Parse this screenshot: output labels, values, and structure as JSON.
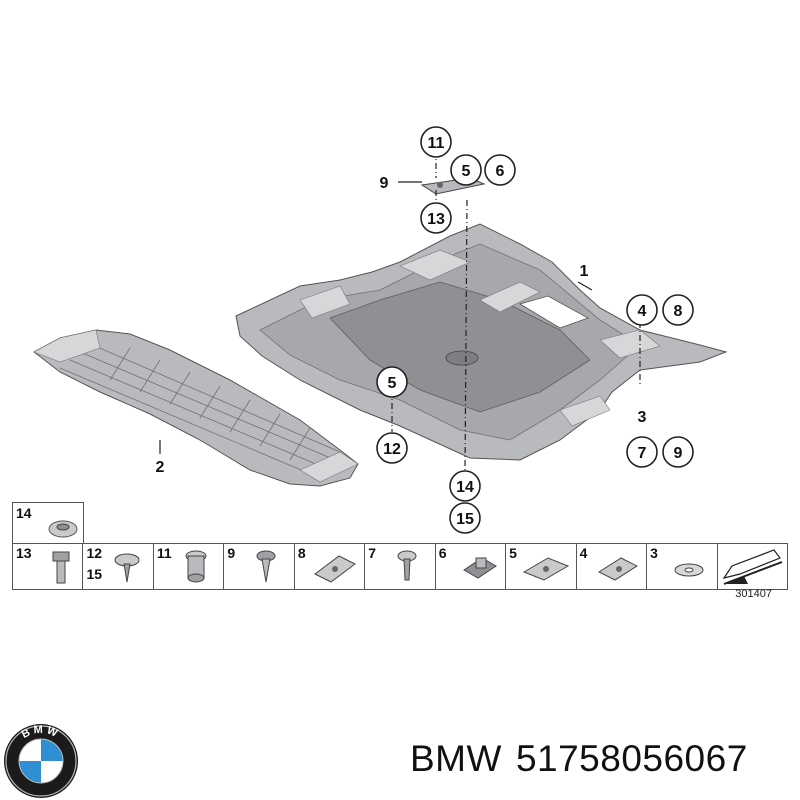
{
  "diagram": {
    "main_callouts": {
      "c11": "11",
      "c5_top": "5",
      "c6": "6",
      "c9_label": "9",
      "c13": "13",
      "c1": "1",
      "c4": "4",
      "c8": "8",
      "c3": "3",
      "c7": "7",
      "c9_right": "9",
      "c5_mid": "5",
      "c12": "12",
      "c14": "14",
      "c15": "15",
      "c2": "2"
    },
    "parts_table": {
      "top_cell_label": "14",
      "cells": [
        {
          "num": "13",
          "num2": ""
        },
        {
          "num": "12",
          "num2": "15"
        },
        {
          "num": "11",
          "num2": ""
        },
        {
          "num": "9",
          "num2": ""
        },
        {
          "num": "8",
          "num2": ""
        },
        {
          "num": "7",
          "num2": ""
        },
        {
          "num": "6",
          "num2": ""
        },
        {
          "num": "5",
          "num2": ""
        },
        {
          "num": "4",
          "num2": ""
        },
        {
          "num": "3",
          "num2": ""
        },
        {
          "num": "",
          "num2": ""
        }
      ]
    },
    "reference_number": "301407"
  },
  "branding": {
    "logo_letters": "BMW",
    "brand": "BMW",
    "part_number": "51758056067"
  },
  "colors": {
    "panel_fill": "#b9babd",
    "panel_dark": "#8e9094",
    "panel_light": "#d6d7d9",
    "logo_blue": "#2f8fd3"
  }
}
